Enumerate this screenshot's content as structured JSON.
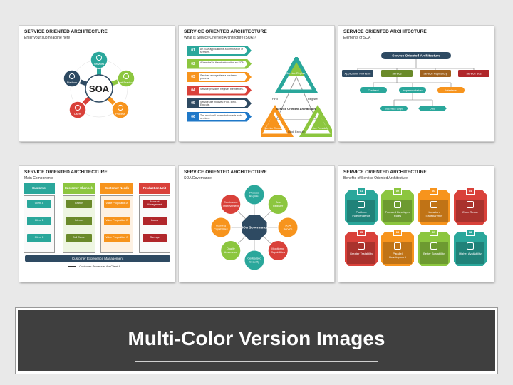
{
  "slide1": {
    "title": "SERVICE ORIENTED ARCHITECTURE",
    "subtitle": "Enter your sub headline here",
    "center": "SOA",
    "nodes": [
      {
        "label": "Services",
        "color": "#2aa79b",
        "icon": "gear-icon"
      },
      {
        "label": "Best Practices",
        "color": "#8cc63f",
        "icon": "medal-icon"
      },
      {
        "label": "Process",
        "color": "#f7941d",
        "icon": "cog-icon"
      },
      {
        "label": "Users",
        "color": "#d9413a",
        "icon": "users-icon"
      },
      {
        "label": "Platform",
        "color": "#2e4a62",
        "icon": "monitor-icon"
      }
    ]
  },
  "slide2": {
    "title": "SERVICE ORIENTED ARCHITECTURE",
    "subtitle": "What is Service-Oriented Architecture (SOA)?",
    "steps": [
      {
        "n": "01",
        "text": "An SOA application is a composition of services.",
        "color": "#2aa79b"
      },
      {
        "n": "02",
        "text": "A “service” is the atomic unit of an SOA.",
        "color": "#8cc63f"
      },
      {
        "n": "03",
        "text": "Services encapsulate a business process.",
        "color": "#f7941d"
      },
      {
        "n": "04",
        "text": "Service providers Register themselves.",
        "color": "#d9413a"
      },
      {
        "n": "05",
        "text": "Service use involves: Find, Bind, Execute.",
        "color": "#2e4a62"
      },
      {
        "n": "06",
        "text": "The most well-known instance is web services.",
        "color": "#1f78c8"
      }
    ],
    "triangle": {
      "top": "Service Registry",
      "left": "Service Consumer",
      "right": "Service Provider",
      "center": "Service Oriented Architecture",
      "find": "Find",
      "register": "Register",
      "bind": "Bind, Execute"
    }
  },
  "slide3": {
    "title": "SERVICE ORIENTED ARCHITECTURE",
    "subtitle": "Elements of SOA",
    "root": "Service  Oriented Architecture",
    "level1": [
      {
        "label": "Application Frontend",
        "color": "#2e4a62"
      },
      {
        "label": "Service",
        "color": "#6a8a2a"
      },
      {
        "label": "Service Repository",
        "color": "#a0621e"
      },
      {
        "label": "Service Bus",
        "color": "#b0262a"
      }
    ],
    "level2": [
      {
        "label": "Contract",
        "color": "#2aa79b"
      },
      {
        "label": "Implementation",
        "color": "#2aa79b"
      },
      {
        "label": "Interface",
        "color": "#f7941d"
      }
    ],
    "level3": [
      {
        "label": "Business Logic",
        "color": "#2aa79b"
      },
      {
        "label": "Data",
        "color": "#2aa79b"
      }
    ]
  },
  "slide4": {
    "title": "SERVICE ORIENTED ARCHITECTURE",
    "subtitle": "Main Components",
    "columns": [
      {
        "head": "Customer",
        "color": "#2aa79b",
        "items": [
          "Client A",
          "Client B",
          "Client C"
        ]
      },
      {
        "head": "Customer Channels",
        "color": "#8cc63f",
        "items": [
          "Branch",
          "Internet",
          "Call Center"
        ]
      },
      {
        "head": "Customer Needs",
        "color": "#f7941d",
        "items": [
          "Value Proposition A",
          "Value Proposition B",
          "Value Proposition C"
        ]
      },
      {
        "head": "Production Unit",
        "color": "#d9413a",
        "items": [
          "Account Management",
          "Loans",
          "Savings"
        ]
      }
    ],
    "bar": "Customer Experience Management",
    "legend": "Customer Processes for Client A"
  },
  "slide5": {
    "title": "SERVICE ORIENTED ARCHITECTURE",
    "subtitle": "SOA Governance",
    "center": "SOA Governance",
    "petals": [
      {
        "label": "Process Register",
        "color": "#2aa79b"
      },
      {
        "label": "Bus Register",
        "color": "#8cc63f"
      },
      {
        "label": "SOA Service",
        "color": "#f7941d"
      },
      {
        "label": "Monitoring Capabilities",
        "color": "#d9413a"
      },
      {
        "label": "Centralised Security",
        "color": "#2aa79b"
      },
      {
        "label": "Quality Assurance",
        "color": "#8cc63f"
      },
      {
        "label": "Auditing Capabilities",
        "color": "#f7941d"
      },
      {
        "label": "Continuous Improvement",
        "color": "#d9413a"
      }
    ]
  },
  "slide6": {
    "title": "SERVICE ORIENTED ARCHITECTURE",
    "subtitle": "Benefits of Service Oriented Architecture",
    "cards": [
      {
        "n": "01",
        "label": "Platform Independence",
        "color": "#2aa79b",
        "icon": "layers-icon"
      },
      {
        "n": "02",
        "label": "Focused Developer Roles",
        "color": "#8cc63f",
        "icon": "developer-icon"
      },
      {
        "n": "03",
        "label": "Location Transparency",
        "color": "#f7941d",
        "icon": "location-icon"
      },
      {
        "n": "04",
        "label": "Code Reuse",
        "color": "#d9413a",
        "icon": "code-icon"
      },
      {
        "n": "05",
        "label": "Greater Testability",
        "color": "#d9413a",
        "icon": "flask-icon"
      },
      {
        "n": "06",
        "label": "Parallel Development",
        "color": "#f7941d",
        "icon": "parallel-icon"
      },
      {
        "n": "07",
        "label": "Better Scalability",
        "color": "#8cc63f",
        "icon": "scale-icon"
      },
      {
        "n": "08",
        "label": "Higher Availability",
        "color": "#2aa79b",
        "icon": "clock-icon"
      }
    ]
  },
  "banner": {
    "title": "Multi-Color Version Images"
  }
}
